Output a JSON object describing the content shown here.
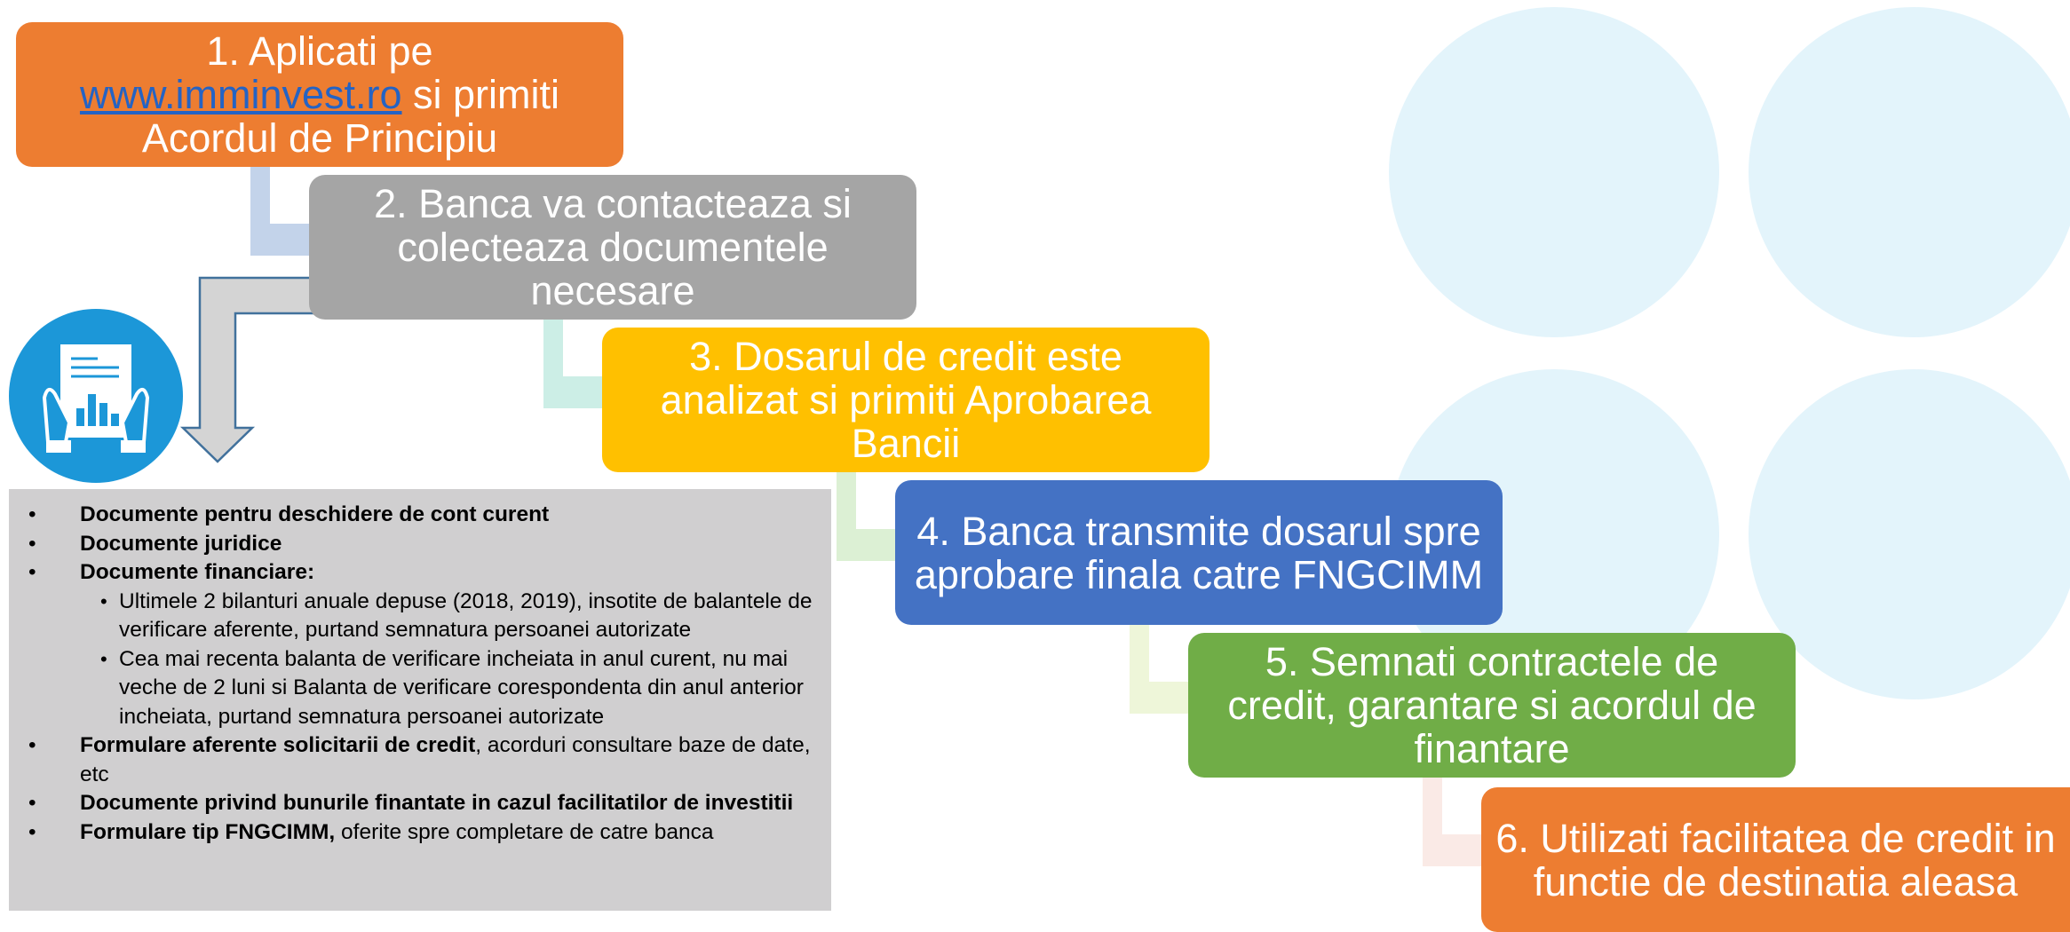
{
  "colors": {
    "orange": "#ed7d31",
    "gray": "#a5a5a5",
    "yellow": "#ffc000",
    "blue": "#4472c4",
    "green": "#70ad47",
    "circle": "#e3f4fb",
    "docs_bg": "#d0cfd0",
    "icon_bg": "#1c97d8"
  },
  "steps": [
    {
      "link": "www.imminvest.ro",
      "pre": "1. Aplicati pe",
      "post": " si primiti",
      "last": "Acordul de Principiu"
    },
    {
      "text": "2. Banca va contacteaza si colecteaza documentele necesare"
    },
    {
      "text": "3. Dosarul de credit este analizat si primiti Aprobarea Bancii"
    },
    {
      "text": "4. Banca transmite dosarul spre aprobare finala catre FNGCIMM"
    },
    {
      "text": "5. Semnati contractele de credit, garantare si acordul de finantare"
    },
    {
      "text": "6. Utilizati facilitatea de credit in functie de destinatia aleasa"
    }
  ],
  "documents": {
    "item1": "Documente pentru deschidere de cont curent",
    "item2": "Documente juridice",
    "item3": "Documente financiare:",
    "sub1": "Ultimele 2 bilanturi anuale depuse (2018, 2019), insotite de balantele de verificare aferente, purtand semnatura persoanei autorizate",
    "sub2": "Cea mai recenta balanta de verificare incheiata in anul curent,  nu mai veche de 2 luni si Balanta de verificare corespondenta din anul anterior incheiata, purtand semnatura persoanei autorizate",
    "item4_bold": "Formulare aferente solicitarii de credit",
    "item4_rest": ", acorduri consultare baze de date, etc",
    "item5": "Documente privind bunurile finantate in cazul facilitatilor de investitii",
    "item6_bold": "Formulare tip FNGCIMM,",
    "item6_rest": " oferite spre completare de catre banca"
  }
}
